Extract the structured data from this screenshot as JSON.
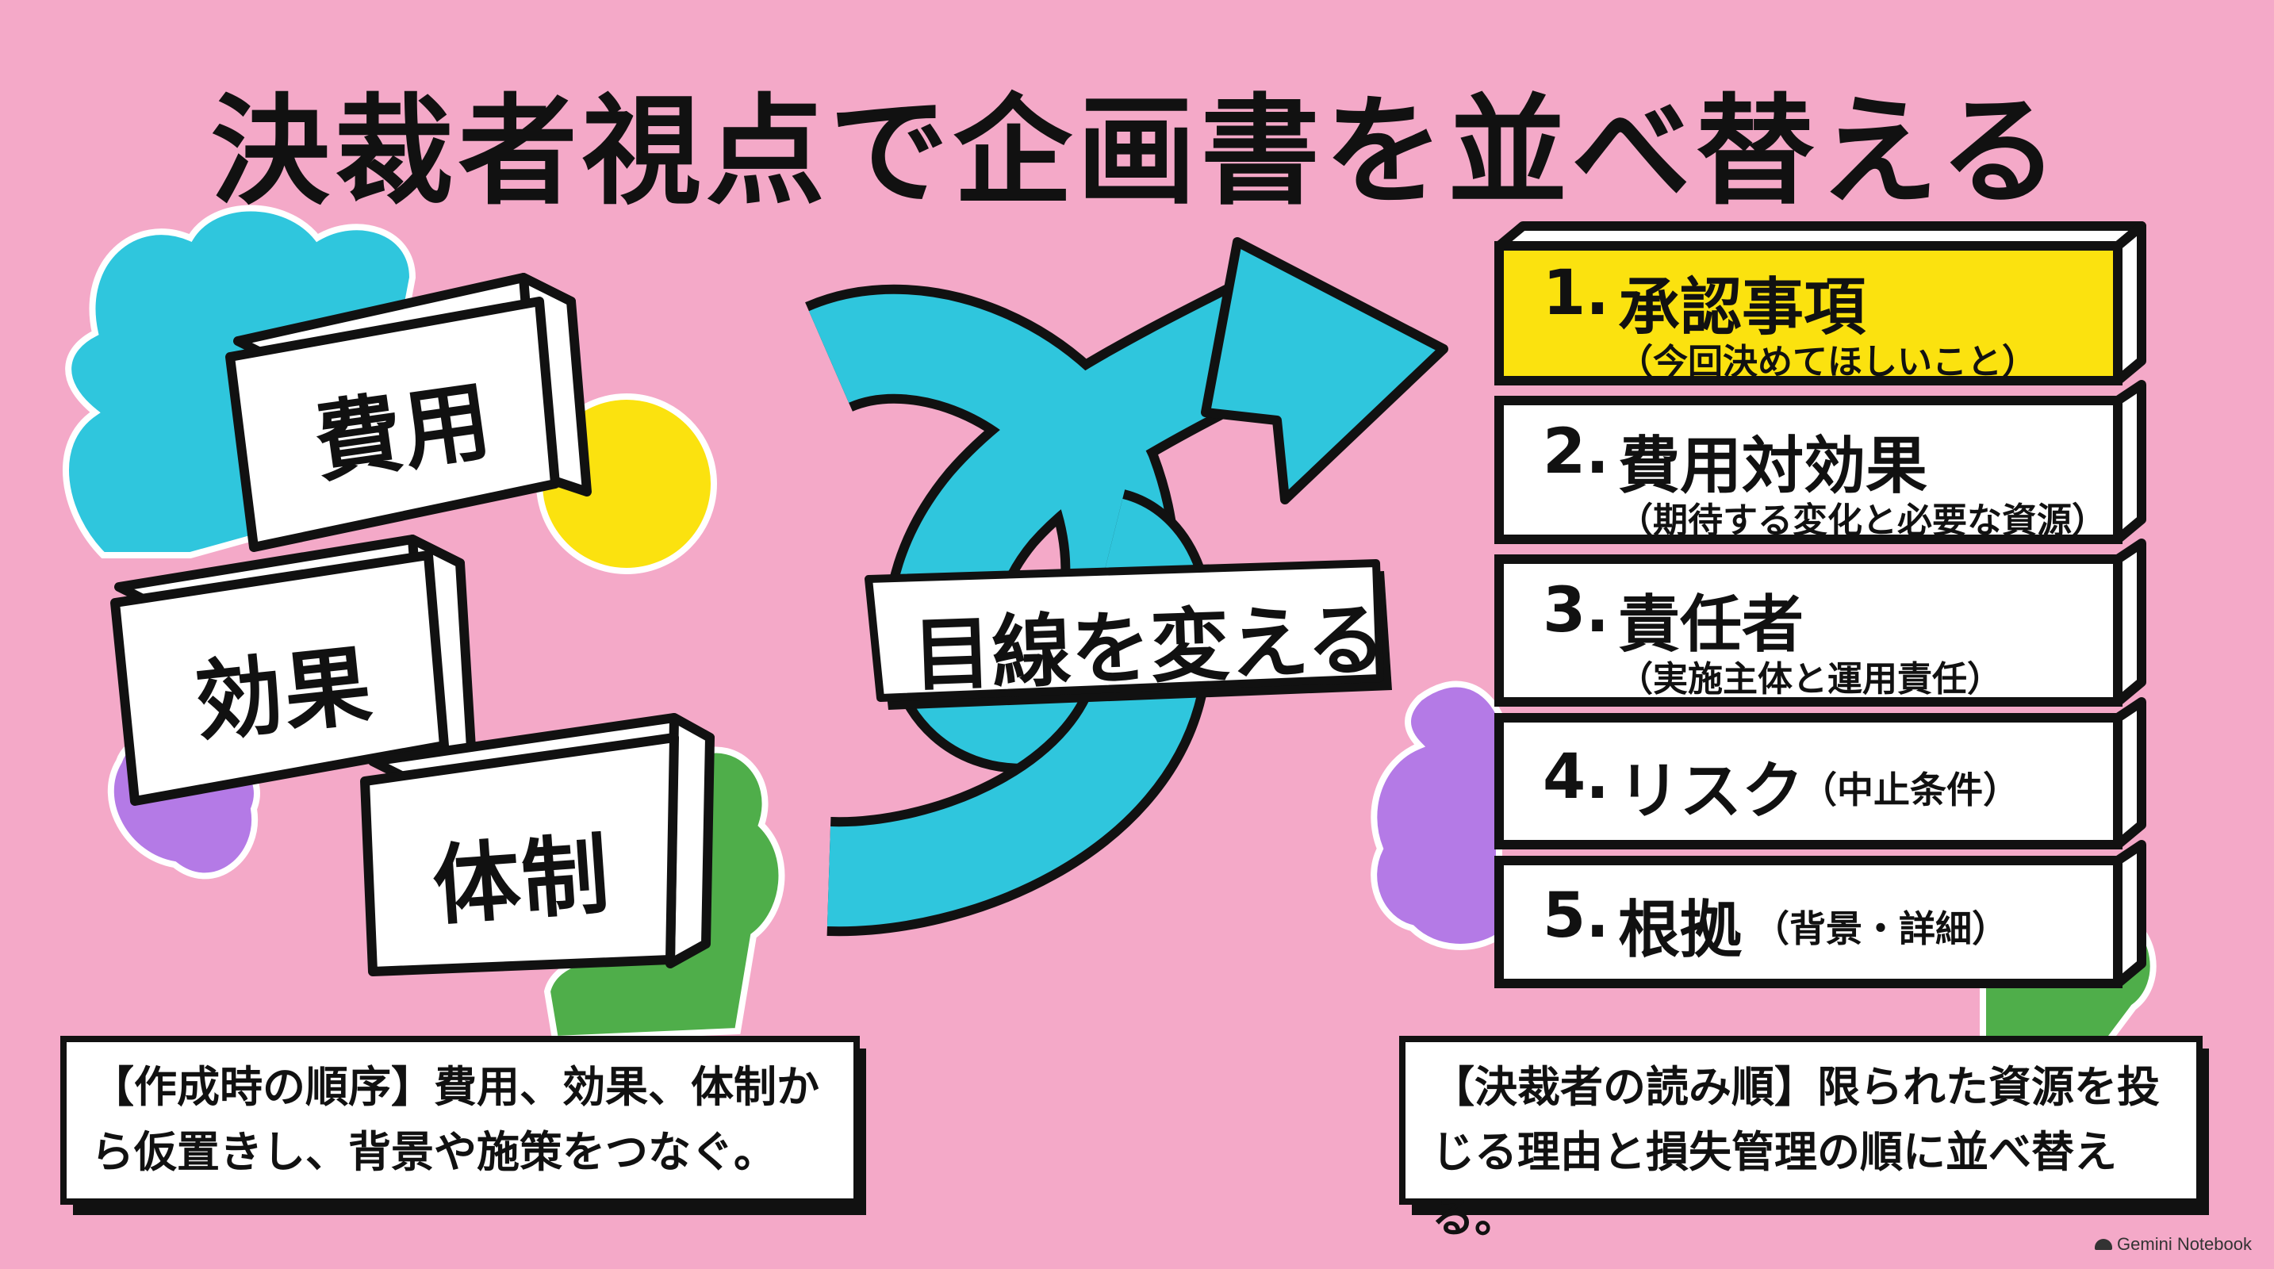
{
  "title": "決裁者視点で企画書を並べ替える",
  "left_blocks": [
    {
      "label": "費用"
    },
    {
      "label": "効果"
    },
    {
      "label": "体制"
    }
  ],
  "pivot": {
    "label": "目線を変える"
  },
  "steps": [
    {
      "num": "1.",
      "main": "承認事項",
      "sub": "（今回決めてほしいこと）",
      "side": "",
      "highlight": true
    },
    {
      "num": "2.",
      "main": "費用対効果",
      "sub": "（期待する変化と必要な資源）",
      "side": "",
      "highlight": false
    },
    {
      "num": "3.",
      "main": "責任者",
      "sub": "（実施主体と運用責任）",
      "side": "",
      "highlight": false
    },
    {
      "num": "4.",
      "main": "リスク",
      "sub": "",
      "side": "（中止条件）",
      "highlight": false
    },
    {
      "num": "5.",
      "main": "根拠",
      "sub": "",
      "side": "（背景・詳細）",
      "highlight": false
    }
  ],
  "notes": {
    "left": "【作成時の順序】費用、効果、体制から仮置きし、背景や施策をつなぐ。",
    "right": "【決裁者の読み順】限られた資源を投じる理由と損失管理の順に並べ替える。"
  },
  "watermark": "Gemini Notebook",
  "colors": {
    "background": "#f4a9c8",
    "cyan": "#2fc6dd",
    "yellow": "#fbe20f",
    "purple": "#b47ae6",
    "green": "#4fae4a",
    "ink": "#111111"
  }
}
